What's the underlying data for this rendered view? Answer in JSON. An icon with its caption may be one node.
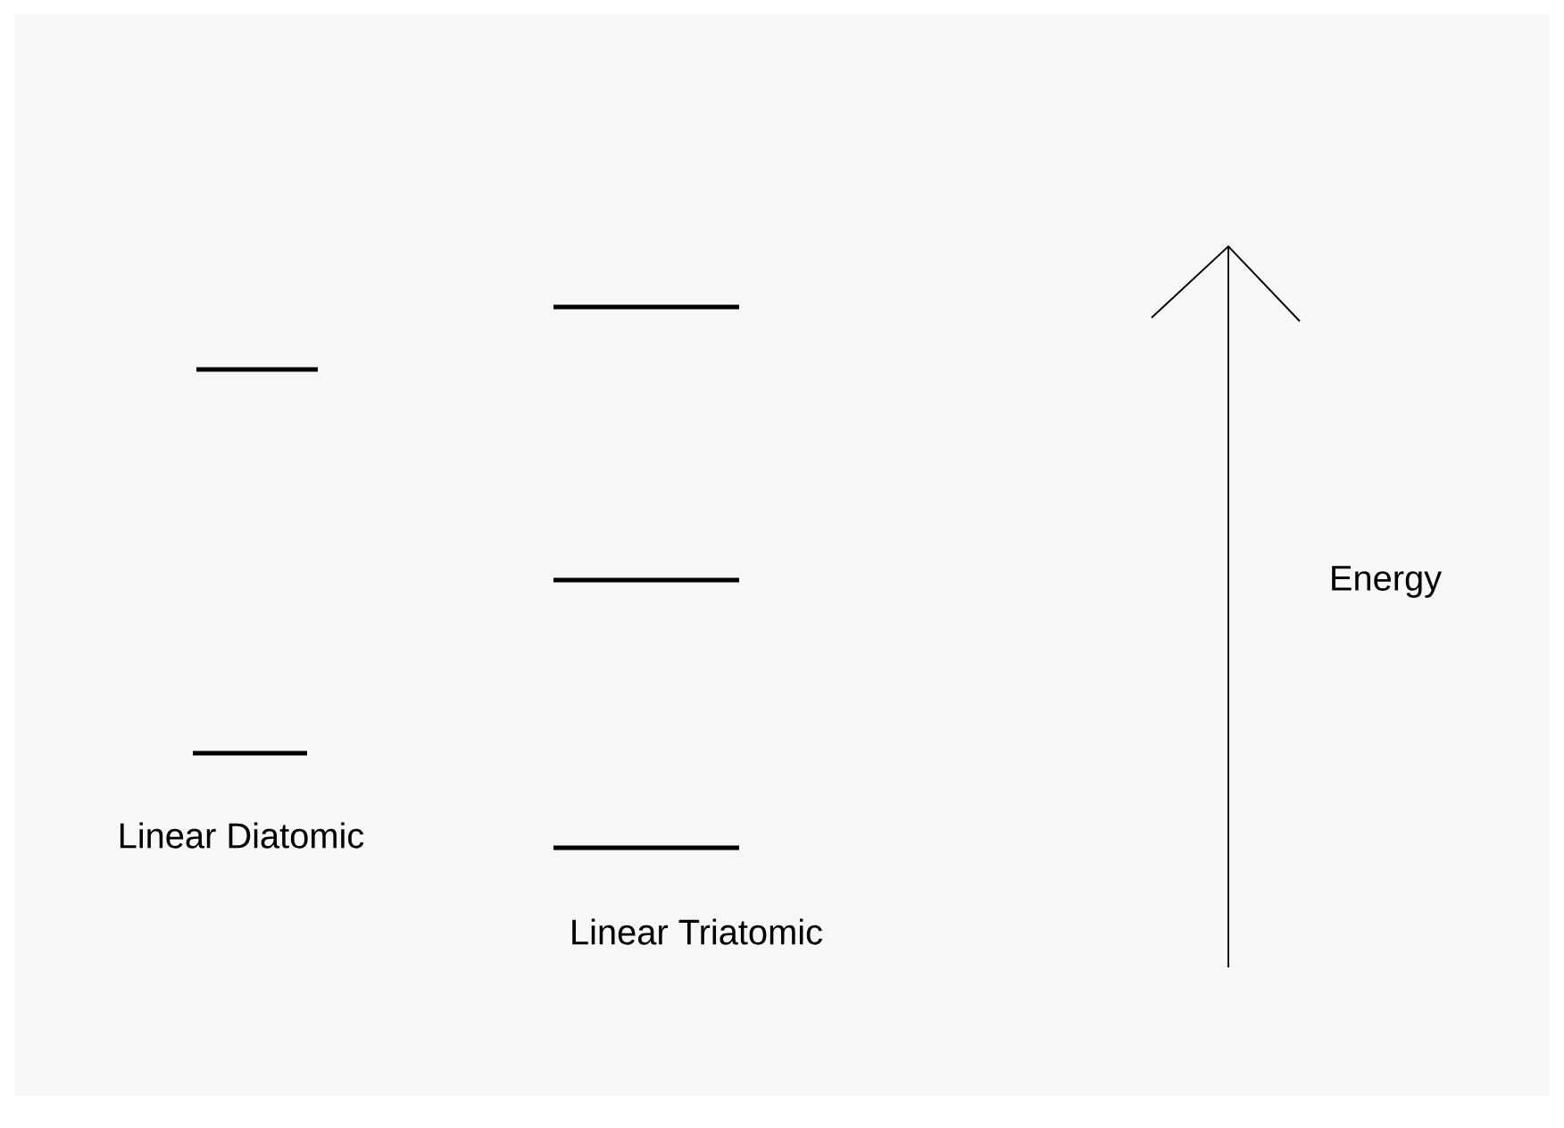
{
  "diagram": {
    "labels": [
      "Linear Diatomic",
      "Linear Triatomic",
      "Energy"
    ]
  }
}
